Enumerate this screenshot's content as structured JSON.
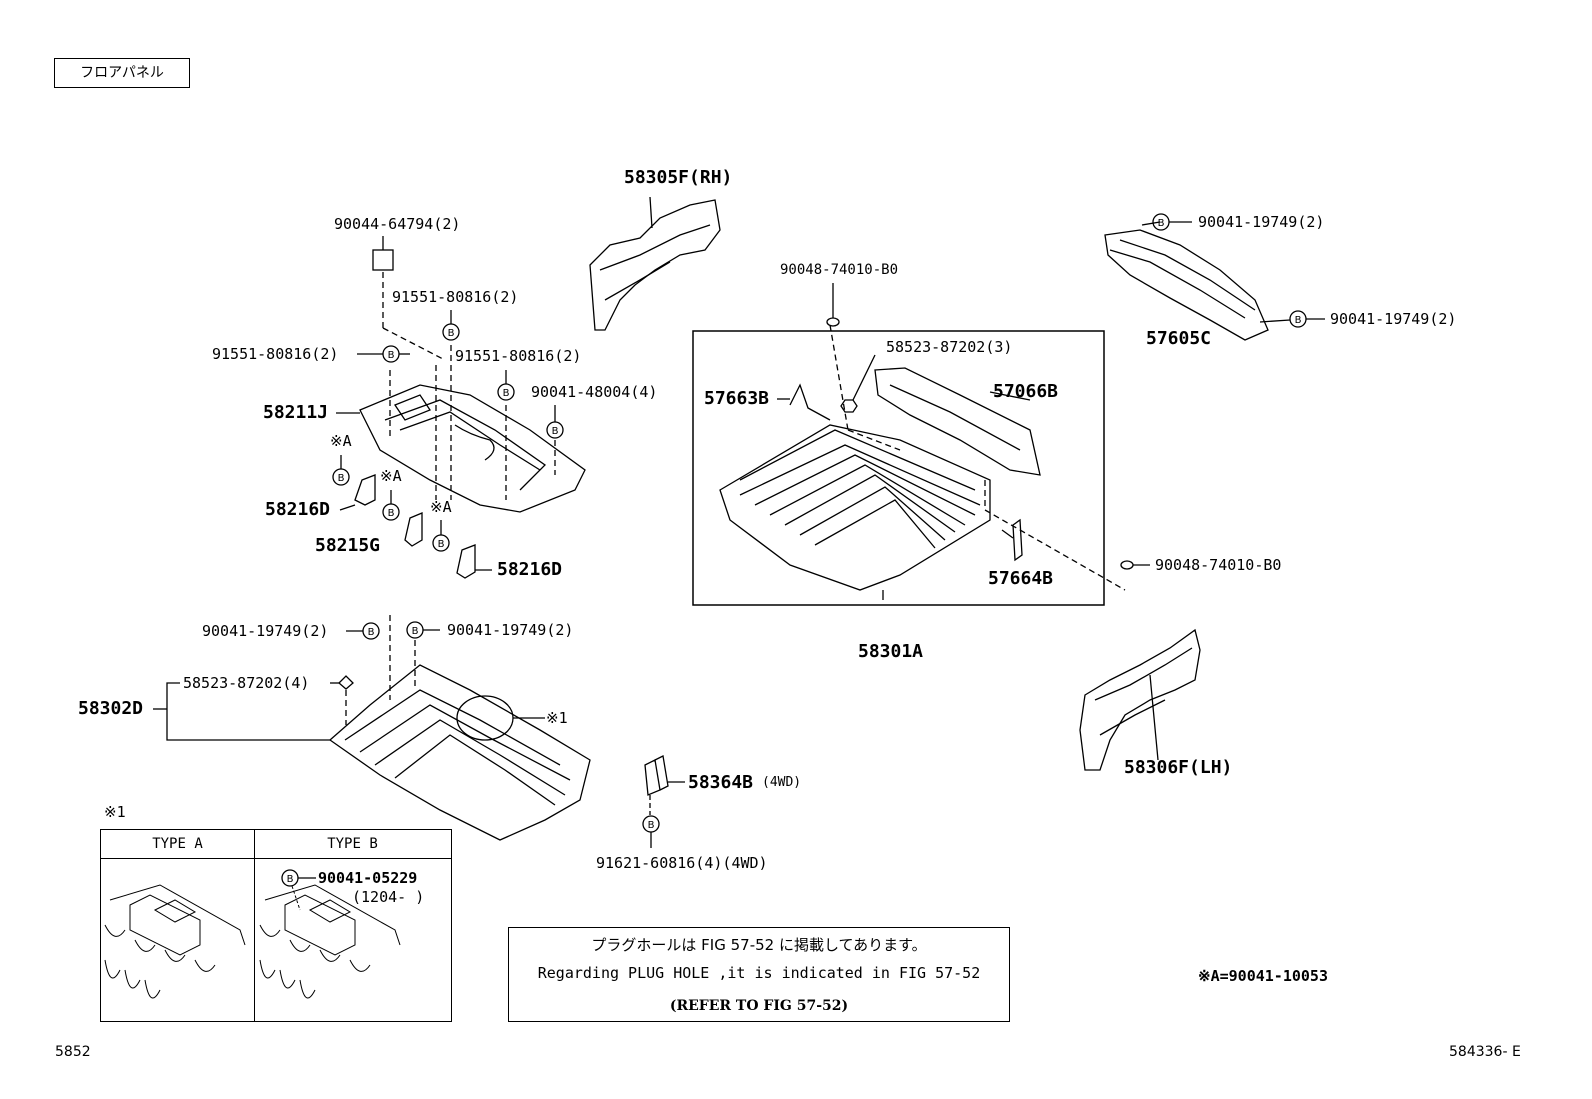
{
  "title": "フロアパネル",
  "parts": {
    "p58305F": "58305F(RH)",
    "p90044_64794": "90044-64794(2)",
    "p91551_80816_top": "91551-80816(2)",
    "p91551_80816_left": "91551-80816(2)",
    "p91551_80816_mid": "91551-80816(2)",
    "p90041_48004": "90041-48004(4)",
    "p58211J": "58211J",
    "pXA1": "※A",
    "pXA2": "※A",
    "pXA3": "※A",
    "p58216D_left": "58216D",
    "p58215G": "58215G",
    "p58216D_right": "58216D",
    "p90048_top": "90048-74010-B0",
    "p58523_3": "58523-87202(3)",
    "p57663B": "57663B",
    "p57066B": "57066B",
    "p57664B": "57664B",
    "p58301A": "58301A",
    "p90048_right": "90048-74010-B0",
    "p90041_19749_tr1": "90041-19749(2)",
    "p90041_19749_tr2": "90041-19749(2)",
    "p57605C": "57605C",
    "p90041_19749_l": "90041-19749(2)",
    "p90041_19749_r": "90041-19749(2)",
    "p58523_4": "58523-87202(4)",
    "p58302D": "58302D",
    "pX1_callout": "※1",
    "p58364B": "58364B",
    "p58364B_suffix": "(4WD)",
    "p91621": "91621-60816(4)(4WD)",
    "p58306F": "58306F(LH)"
  },
  "type_table": {
    "note_mark": "※1",
    "type_a": "TYPE A",
    "type_b": "TYPE B",
    "bolt": "90041-05229",
    "bolt_date": "(1204-    )"
  },
  "note": {
    "jp": "プラグホールは FIG 57-52 に掲載してあります。",
    "en": "Regarding PLUG HOLE ,it is indicated in FIG 57-52",
    "ref": "(REFER TO FIG 57-52)"
  },
  "footnote_a": "※A=90041-10053",
  "page_code": "5852",
  "figure_id": "584336- E"
}
